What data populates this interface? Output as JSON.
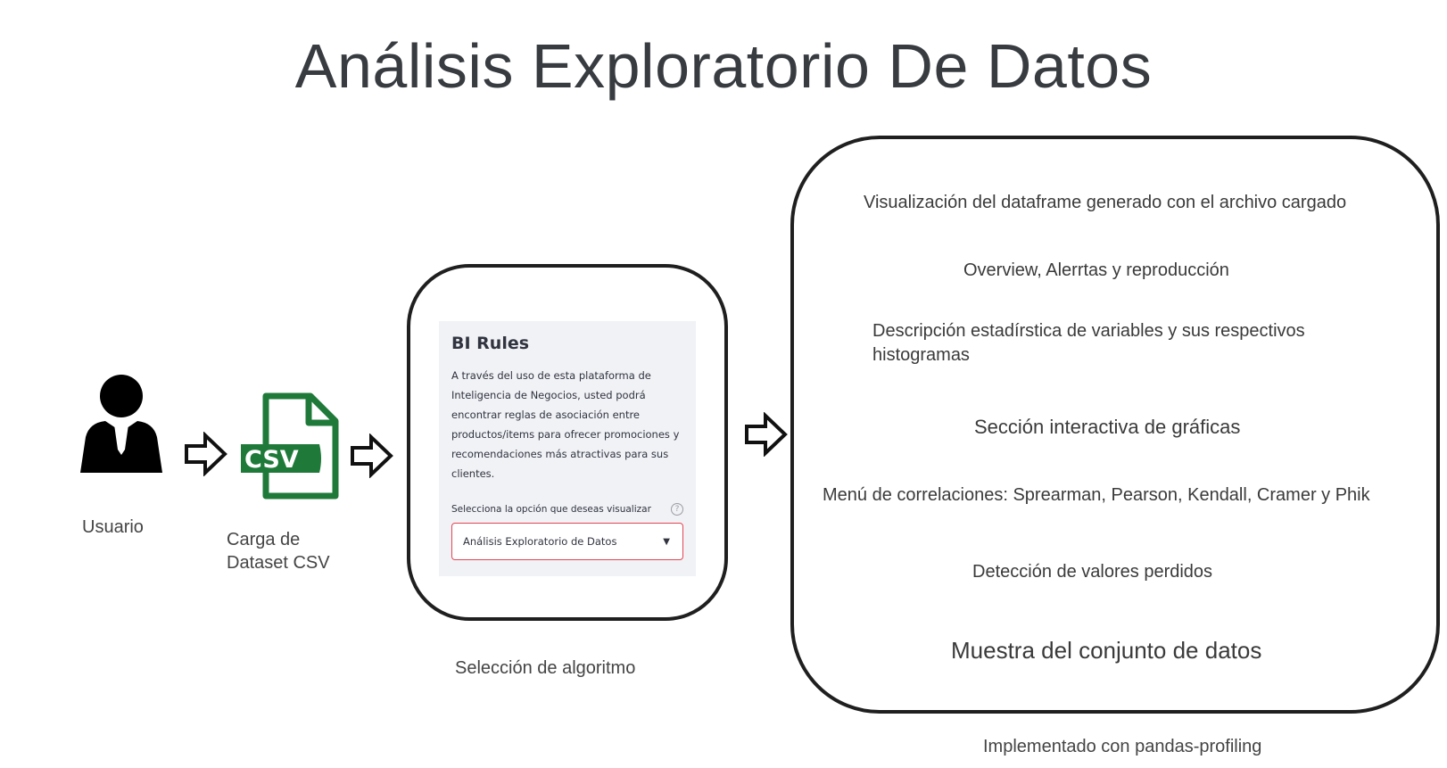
{
  "title": "Análisis Exploratorio De Datos",
  "user": {
    "label": "Usuario",
    "icon": "user-icon"
  },
  "csv": {
    "label_line1": "Carga de",
    "label_line2": "Dataset CSV",
    "icon_text": "CSV",
    "icon_color": "#1f7a3a"
  },
  "selection": {
    "app_title": "BI Rules",
    "description": "A través del uso de esta plataforma de Inteligencia de Negocios, usted podrá encontrar reglas de asociación entre productos/items para ofrecer promociones y recomendaciones más atractivas para sus clientes.",
    "select_label": "Selecciona la opción que deseas visualizar",
    "help_icon": "?",
    "selected_option": "Análisis Exploratorio de Datos",
    "caption": "Selección de algoritmo",
    "accent_color": "#e64553"
  },
  "features": {
    "items": [
      "Visualización del dataframe generado con el archivo cargado",
      "Overview, Alerrtas y reproducción",
      "Descripción estadírstica de variables y sus respectivos",
      "histogramas",
      "Sección interactiva de gráficas",
      "Menú de correlaciones: Sprearman, Pearson, Kendall, Cramer y Phik",
      "Detección de valores perdidos",
      "Muestra del conjunto de datos"
    ],
    "caption": "Implementado con pandas-profiling"
  }
}
